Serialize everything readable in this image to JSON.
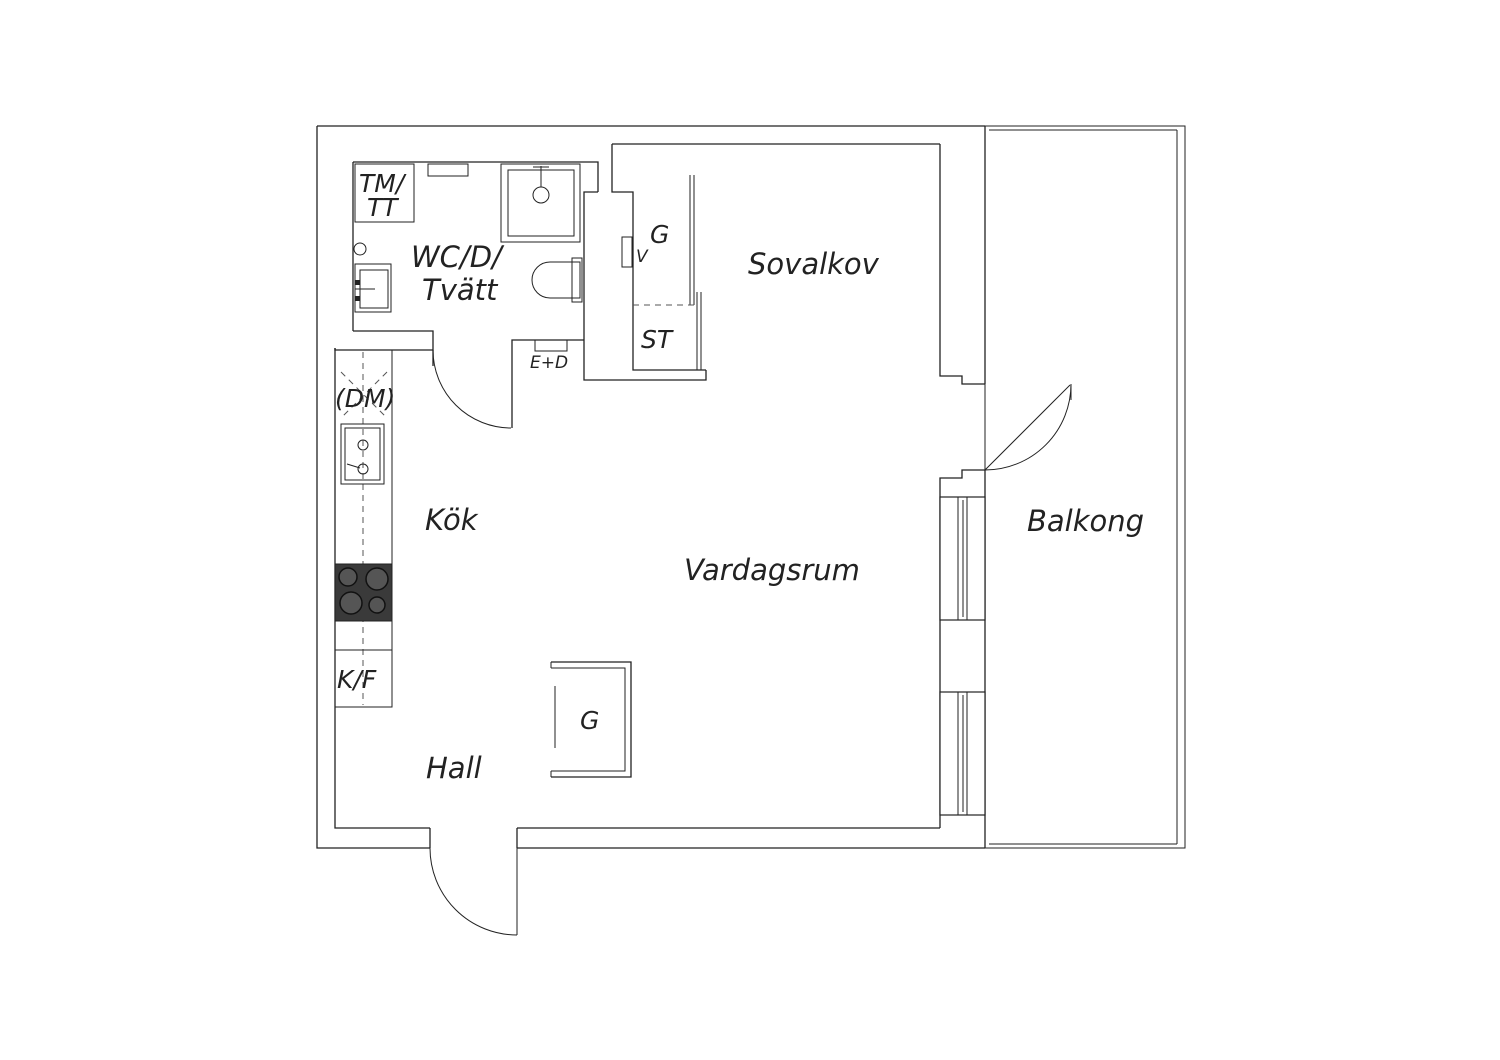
{
  "labels": {
    "tm_tt_line1": "TM/",
    "tm_tt_line2": "TT",
    "wc_line1": "WC/D/",
    "wc_line2": "Tvätt",
    "wardrobe_top": "G",
    "ventilation": "V",
    "sovalkov": "Sovalkov",
    "storage": "ST",
    "e_d": "E+D",
    "dm": "(DM)",
    "kok": "Kök",
    "vardagsrum": "Vardagsrum",
    "balkong": "Balkong",
    "kf": "K/F",
    "wardrobe_hall": "G",
    "hall": "Hall"
  },
  "icons": {
    "dishwasher": "dishwasher-icon",
    "sink": "kitchen-sink-icon",
    "stove": "stove-icon",
    "shower": "shower-icon",
    "toilet": "toilet-icon",
    "washbasin": "washbasin-icon"
  },
  "colors": {
    "line": "#222222",
    "stove": "#3a3a3a",
    "background": "#ffffff"
  }
}
